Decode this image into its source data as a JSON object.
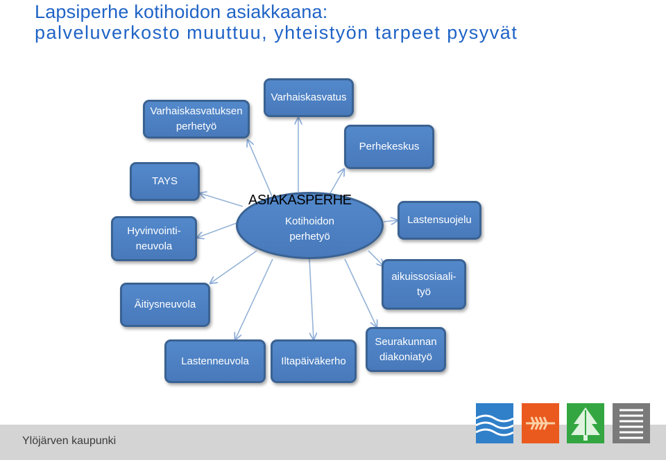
{
  "title": {
    "line1": "Lapsiperhe kotihoidon asiakkaana:",
    "line2": "palveluverkosto muuttuu, yhteistyön tarpeet pysyvät"
  },
  "center": {
    "label": "ASIAKASPERHE",
    "line1": "Kotihoidon",
    "line2": "perhetyö"
  },
  "nodes": {
    "varhaiskasvatuksen_perhetyo": {
      "line1": "Varhaiskasvatuksen",
      "line2": "perhetyö"
    },
    "varhaiskasvatus": {
      "line1": "Varhaiskasvatus"
    },
    "perhekeskus": {
      "line1": "Perhekeskus"
    },
    "tays": {
      "line1": "TAYS"
    },
    "lastensuojelu": {
      "line1": "Lastensuojelu"
    },
    "hyvinvointineuvola": {
      "line1": "Hyvinvointi-",
      "line2": "neuvola"
    },
    "aikuissosiaalityo": {
      "line1": "aikuissosiaali-",
      "line2": "työ"
    },
    "aitiysneuvola": {
      "line1": "Äitiysneuvola"
    },
    "seurakunnan_diakoniatyo": {
      "line1": "Seurakunnan",
      "line2": "diakoniatyö"
    },
    "lastenneuvola": {
      "line1": "Lastenneuvola"
    },
    "iltapaivakerho": {
      "line1": "Iltapäiväkerho"
    }
  },
  "footer": {
    "organization": "Ylöjärven kaupunki"
  },
  "logos": [
    {
      "name": "water-waves-logo",
      "color": "#2f7fc9"
    },
    {
      "name": "wheat-logo",
      "color": "#ea5a1f"
    },
    {
      "name": "tree-logo",
      "color": "#33a641"
    },
    {
      "name": "building-logo",
      "color": "#7a7a7a"
    }
  ],
  "colors": {
    "title": "#1f63c6",
    "node_fill": "#4f81bd",
    "node_border": "#3a6292",
    "connector": "#95b3d7",
    "footer_bar": "#d4d4d4"
  }
}
